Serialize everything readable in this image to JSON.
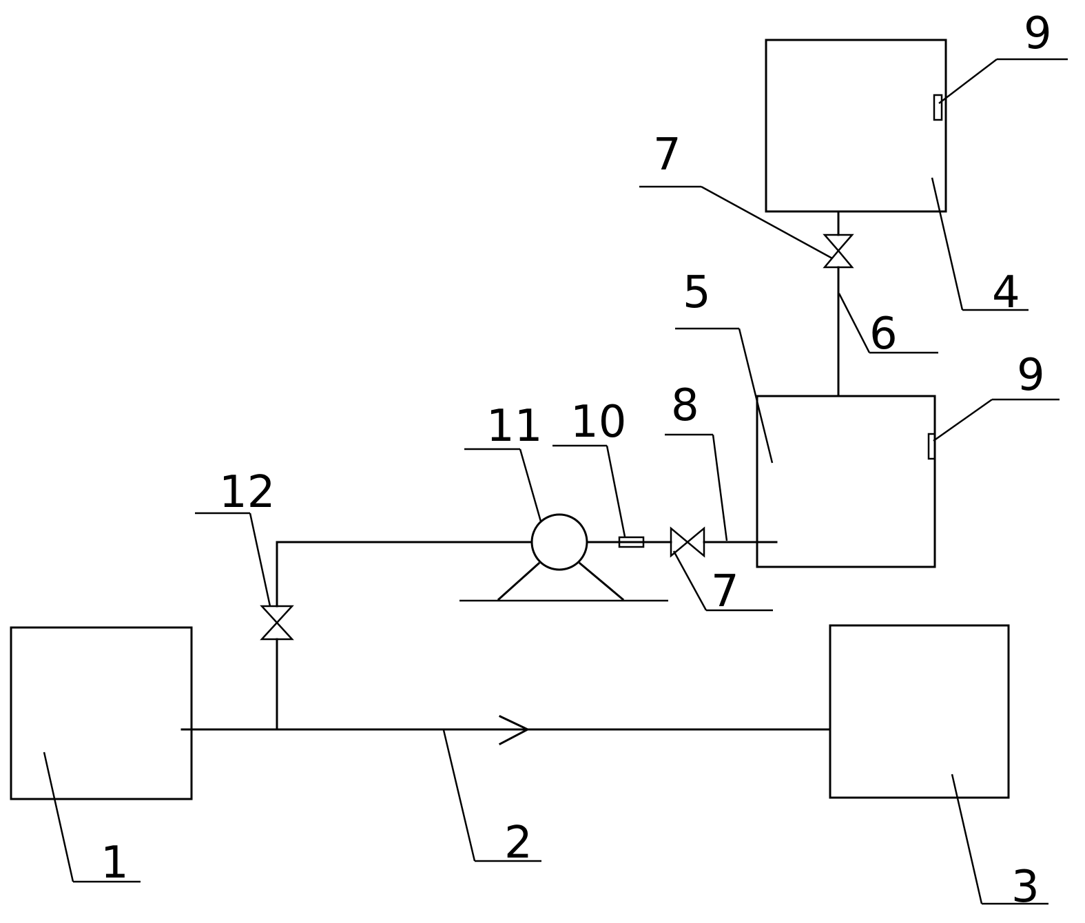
{
  "labels": {
    "l1": "1",
    "l2": "2",
    "l3": "3",
    "l4": "4",
    "l5": "5",
    "l6": "6",
    "l7_top": "7",
    "l7_bottom": "7",
    "l8": "8",
    "l9_top": "9",
    "l9_mid": "9",
    "l10": "10",
    "l11": "11",
    "l12": "12"
  },
  "colors": {
    "line": "#000000",
    "background": "#ffffff"
  }
}
